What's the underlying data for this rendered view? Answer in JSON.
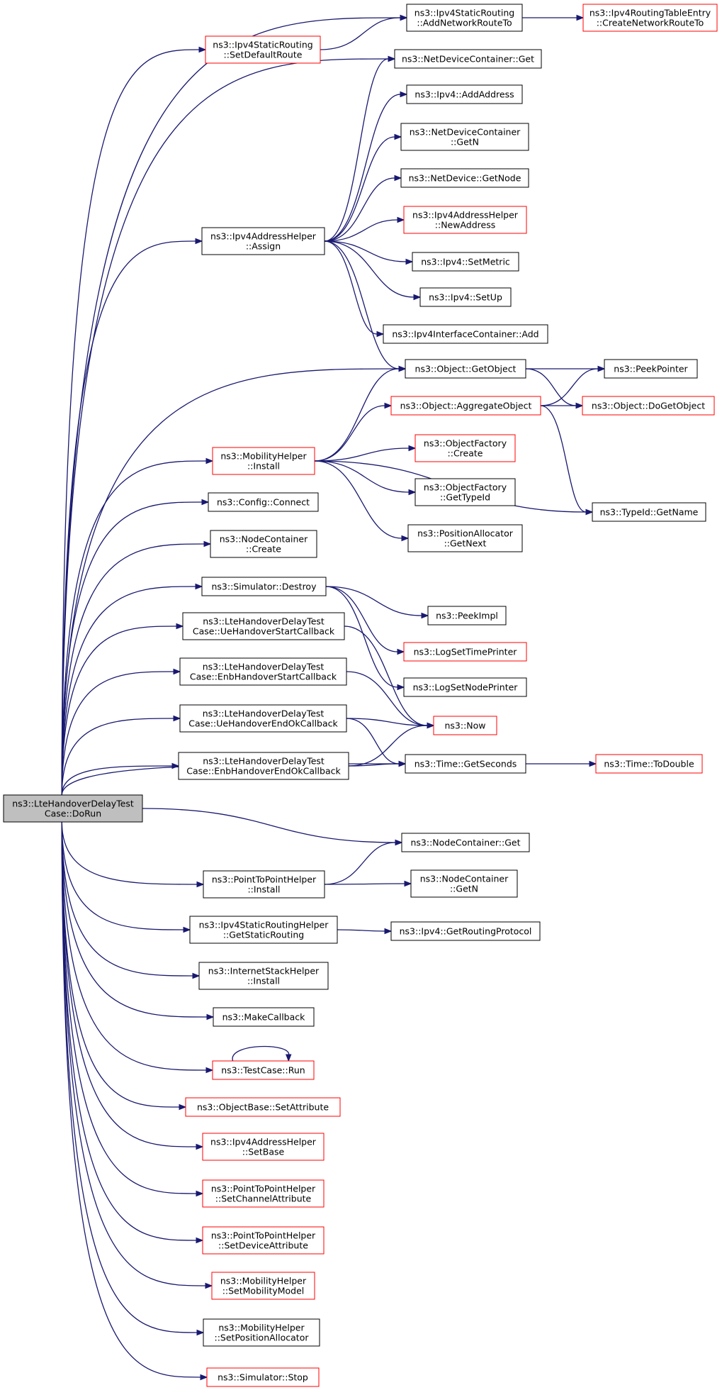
{
  "colors": {
    "edge": "#191970",
    "border": "#000000",
    "border_incomplete": "#ff0000",
    "root_fill": "#bfbfbf"
  },
  "nodes": [
    {
      "id": "root",
      "lines": [
        "ns3::LteHandoverDelayTest",
        "Case::DoRun"
      ],
      "style": "root"
    },
    {
      "id": "setDefaultRoute",
      "lines": [
        "ns3::Ipv4StaticRouting",
        "::SetDefaultRoute"
      ],
      "style": "red"
    },
    {
      "id": "addNetworkRouteTo",
      "lines": [
        "ns3::Ipv4StaticRouting",
        "::AddNetworkRouteTo"
      ],
      "style": "normal"
    },
    {
      "id": "createNetworkRouteTo",
      "lines": [
        "ns3::Ipv4RoutingTableEntry",
        "::CreateNetworkRouteTo"
      ],
      "style": "red"
    },
    {
      "id": "ndcGet",
      "lines": [
        "ns3::NetDeviceContainer::Get"
      ],
      "style": "normal"
    },
    {
      "id": "addAddress",
      "lines": [
        "ns3::Ipv4::AddAddress"
      ],
      "style": "normal"
    },
    {
      "id": "ndcGetN",
      "lines": [
        "ns3::NetDeviceContainer",
        "::GetN"
      ],
      "style": "normal"
    },
    {
      "id": "getNode",
      "lines": [
        "ns3::NetDevice::GetNode"
      ],
      "style": "normal"
    },
    {
      "id": "assign",
      "lines": [
        "ns3::Ipv4AddressHelper",
        "::Assign"
      ],
      "style": "normal"
    },
    {
      "id": "newAddress",
      "lines": [
        "ns3::Ipv4AddressHelper",
        "::NewAddress"
      ],
      "style": "red"
    },
    {
      "id": "setMetric",
      "lines": [
        "ns3::Ipv4::SetMetric"
      ],
      "style": "normal"
    },
    {
      "id": "setUp",
      "lines": [
        "ns3::Ipv4::SetUp"
      ],
      "style": "normal"
    },
    {
      "id": "iicAdd",
      "lines": [
        "ns3::Ipv4InterfaceContainer::Add"
      ],
      "style": "normal"
    },
    {
      "id": "getObject",
      "lines": [
        "ns3::Object::GetObject"
      ],
      "style": "normal"
    },
    {
      "id": "peekPointer",
      "lines": [
        "ns3::PeekPointer"
      ],
      "style": "normal"
    },
    {
      "id": "aggregateObject",
      "lines": [
        "ns3::Object::AggregateObject"
      ],
      "style": "red"
    },
    {
      "id": "doGetObject",
      "lines": [
        "ns3::Object::DoGetObject"
      ],
      "style": "red"
    },
    {
      "id": "mobInstall",
      "lines": [
        "ns3::MobilityHelper",
        "::Install"
      ],
      "style": "red"
    },
    {
      "id": "ofCreate",
      "lines": [
        "ns3::ObjectFactory",
        "::Create"
      ],
      "style": "red"
    },
    {
      "id": "ofGetTypeId",
      "lines": [
        "ns3::ObjectFactory",
        "::GetTypeId"
      ],
      "style": "normal"
    },
    {
      "id": "typeIdGetName",
      "lines": [
        "ns3::TypeId::GetName"
      ],
      "style": "normal"
    },
    {
      "id": "configConnect",
      "lines": [
        "ns3::Config::Connect"
      ],
      "style": "normal"
    },
    {
      "id": "ncCreate",
      "lines": [
        "ns3::NodeContainer",
        "::Create"
      ],
      "style": "normal"
    },
    {
      "id": "paGetNext",
      "lines": [
        "ns3::PositionAllocator",
        "::GetNext"
      ],
      "style": "normal"
    },
    {
      "id": "simDestroy",
      "lines": [
        "ns3::Simulator::Destroy"
      ],
      "style": "normal"
    },
    {
      "id": "peekImpl",
      "lines": [
        "ns3::PeekImpl"
      ],
      "style": "normal"
    },
    {
      "id": "ueStart",
      "lines": [
        "ns3::LteHandoverDelayTest",
        "Case::UeHandoverStartCallback"
      ],
      "style": "normal"
    },
    {
      "id": "logTime",
      "lines": [
        "ns3::LogSetTimePrinter"
      ],
      "style": "red"
    },
    {
      "id": "logNode",
      "lines": [
        "ns3::LogSetNodePrinter"
      ],
      "style": "normal"
    },
    {
      "id": "enbStart",
      "lines": [
        "ns3::LteHandoverDelayTest",
        "Case::EnbHandoverStartCallback"
      ],
      "style": "normal"
    },
    {
      "id": "ueEnd",
      "lines": [
        "ns3::LteHandoverDelayTest",
        "Case::UeHandoverEndOkCallback"
      ],
      "style": "normal"
    },
    {
      "id": "now",
      "lines": [
        "ns3::Now"
      ],
      "style": "red"
    },
    {
      "id": "enbEnd",
      "lines": [
        "ns3::LteHandoverDelayTest",
        "Case::EnbHandoverEndOkCallback"
      ],
      "style": "normal"
    },
    {
      "id": "getSeconds",
      "lines": [
        "ns3::Time::GetSeconds"
      ],
      "style": "normal"
    },
    {
      "id": "toDouble",
      "lines": [
        "ns3::Time::ToDouble"
      ],
      "style": "red"
    },
    {
      "id": "ncGet",
      "lines": [
        "ns3::NodeContainer::Get"
      ],
      "style": "normal"
    },
    {
      "id": "p2pInstall",
      "lines": [
        "ns3::PointToPointHelper",
        "::Install"
      ],
      "style": "normal"
    },
    {
      "id": "ncGetN",
      "lines": [
        "ns3::NodeContainer",
        "::GetN"
      ],
      "style": "normal"
    },
    {
      "id": "getStaticRouting",
      "lines": [
        "ns3::Ipv4StaticRoutingHelper",
        "::GetStaticRouting"
      ],
      "style": "normal"
    },
    {
      "id": "getRoutingProtocol",
      "lines": [
        "ns3::Ipv4::GetRoutingProtocol"
      ],
      "style": "normal"
    },
    {
      "id": "ishInstall",
      "lines": [
        "ns3::InternetStackHelper",
        "::Install"
      ],
      "style": "normal"
    },
    {
      "id": "makeCallback",
      "lines": [
        "ns3::MakeCallback"
      ],
      "style": "normal"
    },
    {
      "id": "tcRun",
      "lines": [
        "ns3::TestCase::Run"
      ],
      "style": "red"
    },
    {
      "id": "setAttribute",
      "lines": [
        "ns3::ObjectBase::SetAttribute"
      ],
      "style": "red"
    },
    {
      "id": "setBase",
      "lines": [
        "ns3::Ipv4AddressHelper",
        "::SetBase"
      ],
      "style": "red"
    },
    {
      "id": "setChannelAttr",
      "lines": [
        "ns3::PointToPointHelper",
        "::SetChannelAttribute"
      ],
      "style": "red"
    },
    {
      "id": "setDeviceAttr",
      "lines": [
        "ns3::PointToPointHelper",
        "::SetDeviceAttribute"
      ],
      "style": "red"
    },
    {
      "id": "setMobModel",
      "lines": [
        "ns3::MobilityHelper",
        "::SetMobilityModel"
      ],
      "style": "red"
    },
    {
      "id": "setPosAlloc",
      "lines": [
        "ns3::MobilityHelper",
        "::SetPositionAllocator"
      ],
      "style": "normal"
    },
    {
      "id": "simStop",
      "lines": [
        "ns3::Simulator::Stop"
      ],
      "style": "red"
    }
  ],
  "edges": [
    [
      "root",
      "setDefaultRoute"
    ],
    [
      "root",
      "addNetworkRouteTo"
    ],
    [
      "root",
      "ndcGet"
    ],
    [
      "root",
      "assign"
    ],
    [
      "root",
      "getObject"
    ],
    [
      "root",
      "mobInstall"
    ],
    [
      "root",
      "configConnect"
    ],
    [
      "root",
      "ncCreate"
    ],
    [
      "root",
      "simDestroy"
    ],
    [
      "root",
      "ueStart"
    ],
    [
      "root",
      "enbStart"
    ],
    [
      "root",
      "ueEnd"
    ],
    [
      "root",
      "enbEnd"
    ],
    [
      "root",
      "getSeconds"
    ],
    [
      "root",
      "ncGet"
    ],
    [
      "root",
      "p2pInstall"
    ],
    [
      "root",
      "getStaticRouting"
    ],
    [
      "root",
      "ishInstall"
    ],
    [
      "root",
      "makeCallback"
    ],
    [
      "root",
      "tcRun"
    ],
    [
      "root",
      "setAttribute"
    ],
    [
      "root",
      "setBase"
    ],
    [
      "root",
      "setChannelAttr"
    ],
    [
      "root",
      "setDeviceAttr"
    ],
    [
      "root",
      "setMobModel"
    ],
    [
      "root",
      "setPosAlloc"
    ],
    [
      "root",
      "simStop"
    ],
    [
      "setDefaultRoute",
      "addNetworkRouteTo"
    ],
    [
      "addNetworkRouteTo",
      "createNetworkRouteTo"
    ],
    [
      "assign",
      "addAddress"
    ],
    [
      "assign",
      "ndcGet"
    ],
    [
      "assign",
      "ndcGetN"
    ],
    [
      "assign",
      "getNode"
    ],
    [
      "assign",
      "newAddress"
    ],
    [
      "assign",
      "setMetric"
    ],
    [
      "assign",
      "setUp"
    ],
    [
      "assign",
      "iicAdd"
    ],
    [
      "assign",
      "getObject"
    ],
    [
      "getObject",
      "peekPointer"
    ],
    [
      "getObject",
      "doGetObject"
    ],
    [
      "aggregateObject",
      "peekPointer"
    ],
    [
      "aggregateObject",
      "doGetObject"
    ],
    [
      "aggregateObject",
      "typeIdGetName"
    ],
    [
      "mobInstall",
      "getObject"
    ],
    [
      "mobInstall",
      "aggregateObject"
    ],
    [
      "mobInstall",
      "ofCreate"
    ],
    [
      "mobInstall",
      "ofGetTypeId"
    ],
    [
      "mobInstall",
      "paGetNext"
    ],
    [
      "mobInstall",
      "typeIdGetName"
    ],
    [
      "simDestroy",
      "peekImpl"
    ],
    [
      "simDestroy",
      "logTime"
    ],
    [
      "simDestroy",
      "logNode"
    ],
    [
      "ueStart",
      "now"
    ],
    [
      "enbStart",
      "now"
    ],
    [
      "ueEnd",
      "now"
    ],
    [
      "ueEnd",
      "getSeconds"
    ],
    [
      "enbEnd",
      "now"
    ],
    [
      "enbEnd",
      "getSeconds"
    ],
    [
      "getSeconds",
      "toDouble"
    ],
    [
      "p2pInstall",
      "ncGet"
    ],
    [
      "p2pInstall",
      "ncGetN"
    ],
    [
      "getStaticRouting",
      "getRoutingProtocol"
    ],
    [
      "tcRun",
      "tcRun"
    ]
  ]
}
